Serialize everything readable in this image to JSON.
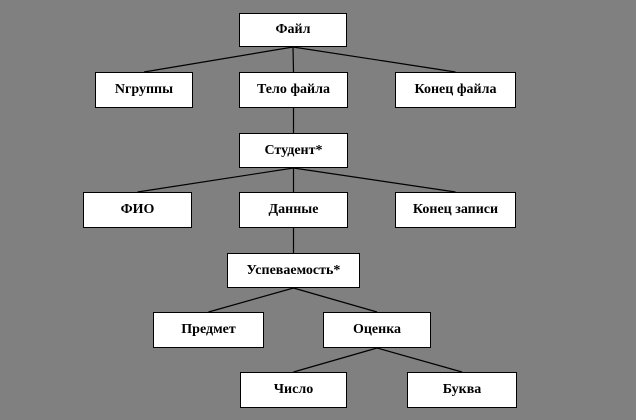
{
  "diagram": {
    "type": "tree",
    "background_color": "#808080",
    "node_fill_color": "#ffffff",
    "node_border_color": "#000000",
    "line_color": "#000000",
    "nodes": [
      {
        "id": "file",
        "label": "Файл"
      },
      {
        "id": "ngroups",
        "label": "Nгруппы"
      },
      {
        "id": "file-body",
        "label": "Тело файла"
      },
      {
        "id": "file-end",
        "label": "Конец файла"
      },
      {
        "id": "student",
        "label": "Студент*"
      },
      {
        "id": "fio",
        "label": "ФИО"
      },
      {
        "id": "data",
        "label": "Данные"
      },
      {
        "id": "record-end",
        "label": "Конец записи"
      },
      {
        "id": "performance",
        "label": "Успеваемость*"
      },
      {
        "id": "subject",
        "label": "Предмет"
      },
      {
        "id": "grade",
        "label": "Оценка"
      },
      {
        "id": "number",
        "label": "Число"
      },
      {
        "id": "letter",
        "label": "Буква"
      }
    ],
    "edges": [
      [
        "file",
        "ngroups"
      ],
      [
        "file",
        "file-body"
      ],
      [
        "file",
        "file-end"
      ],
      [
        "file-body",
        "student"
      ],
      [
        "student",
        "fio"
      ],
      [
        "student",
        "data"
      ],
      [
        "student",
        "record-end"
      ],
      [
        "data",
        "performance"
      ],
      [
        "performance",
        "subject"
      ],
      [
        "performance",
        "grade"
      ],
      [
        "grade",
        "number"
      ],
      [
        "grade",
        "letter"
      ]
    ]
  }
}
